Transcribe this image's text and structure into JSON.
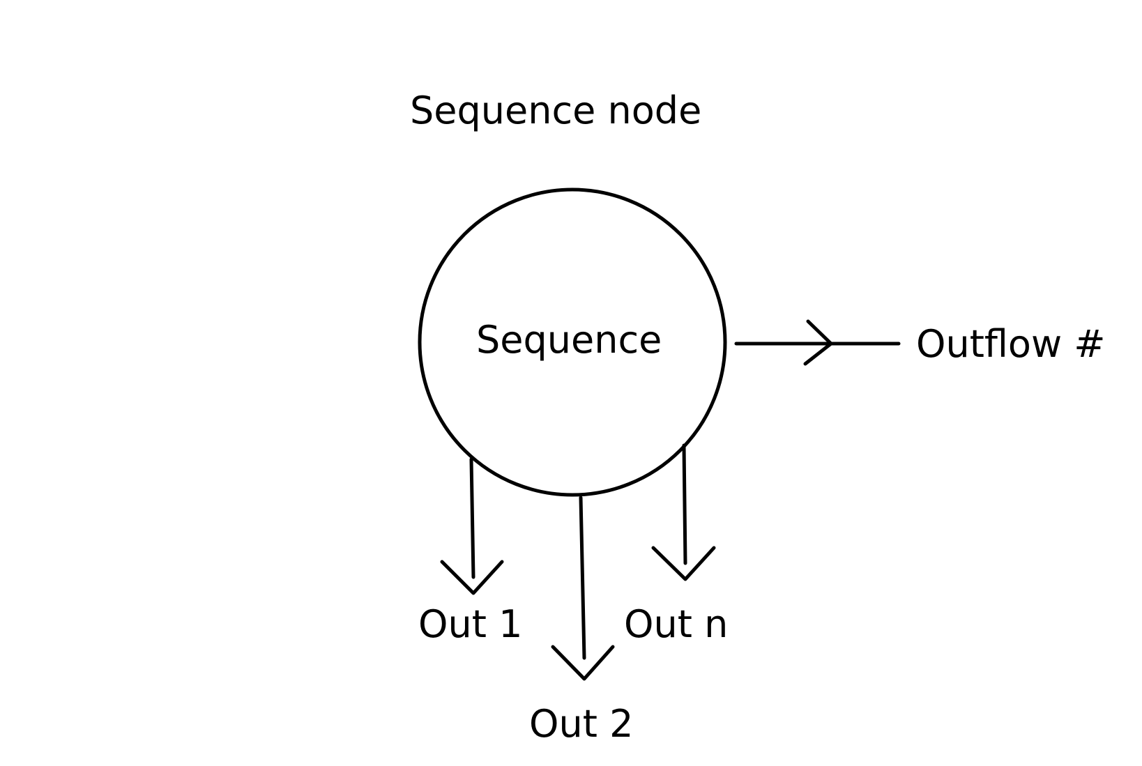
{
  "diagram": {
    "title": "Sequence node",
    "node_label": "Sequence",
    "outflow_label": "Outflow #",
    "outputs": {
      "out1": "Out 1",
      "out2": "Out 2",
      "outn": "Out n"
    }
  },
  "colors": {
    "ink": "#000000",
    "background": "#ffffff"
  }
}
